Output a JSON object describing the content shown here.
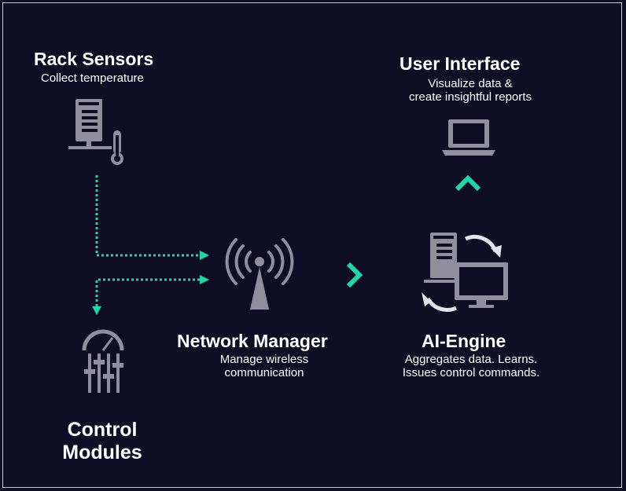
{
  "colors": {
    "background": "#0e0d24",
    "frame": "#c9c9d4",
    "icon": "#8f8d9e",
    "accent": "#1fd6a6",
    "text": "#ffffff"
  },
  "nodes": {
    "rack_sensors": {
      "title": "Rack Sensors",
      "desc": "Collect temperature",
      "icon": "server-thermometer-icon"
    },
    "user_interface": {
      "title": "User Interface",
      "desc": "Visualize data &\ncreate insightful reports",
      "icon": "laptop-icon"
    },
    "network_manager": {
      "title": "Network Manager",
      "desc": "Manage wireless\ncommunication",
      "icon": "antenna-icon"
    },
    "ai_engine": {
      "title": "AI-Engine",
      "desc": "Aggregates data. Learns.\nIssues control commands.",
      "icon": "server-monitor-sync-icon"
    },
    "control_modules": {
      "title": "Control\nModules",
      "icon": "gauge-sliders-icon"
    }
  },
  "connectors": [
    {
      "from": "rack_sensors",
      "to": "network_manager",
      "style": "dotted",
      "icon": "arrow-right-icon"
    },
    {
      "from": "network_manager",
      "to": "control_modules",
      "style": "dotted",
      "icon": "arrow-down-icon"
    },
    {
      "from": "network_manager",
      "to": "ai_engine",
      "style": "chevron",
      "icon": "chevron-right-icon"
    },
    {
      "from": "ai_engine",
      "to": "user_interface",
      "style": "chevron",
      "icon": "chevron-up-icon"
    }
  ]
}
